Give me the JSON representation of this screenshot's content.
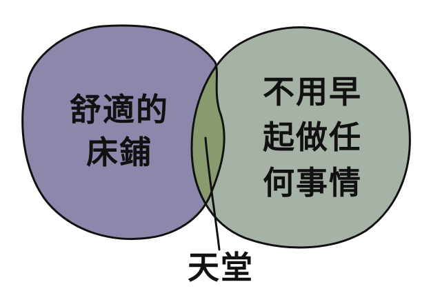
{
  "diagram": {
    "type": "venn",
    "sets": [
      {
        "id": "left",
        "label": "舒適的\n床鋪",
        "color": "#8b88ab"
      },
      {
        "id": "right",
        "label": "不用早\n起做任\n何事情",
        "color": "#a6b2a6"
      }
    ],
    "intersection": {
      "label": "天堂",
      "color": "#8a9a6f"
    },
    "outline_color": "#111111"
  }
}
